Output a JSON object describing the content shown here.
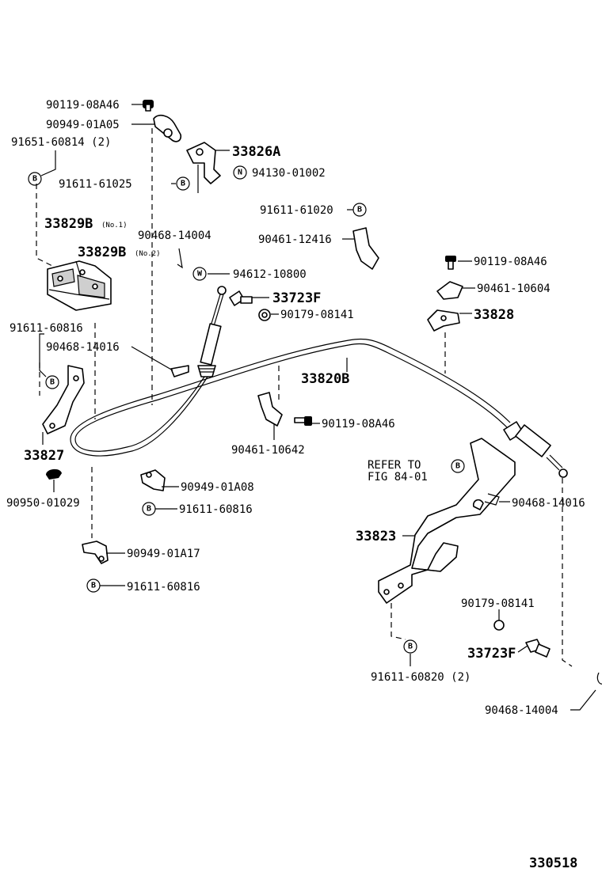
{
  "diagram_number": "330518",
  "symbols": {
    "B": "B",
    "N": "N",
    "W": "W"
  },
  "labels": {
    "p90119_08A46_top": "90119-08A46",
    "p90949_01A05": "90949-01A05",
    "p91651_60814": "91651-60814 (2)",
    "p33826A": "33826A",
    "p94130_01002": "94130-01002",
    "p91611_61025": "91611-61025",
    "p91611_61020": "91611-61020",
    "p90461_12416": "90461-12416",
    "p33829B_no1": "33829B",
    "p33829B_no1_note": "(No.1)",
    "p33829B_no2": "33829B",
    "p33829B_no2_note": "(No.2)",
    "p90468_14004_top": "90468-14004",
    "p94612_10800": "94612-10800",
    "p33723F_top": "33723F",
    "p90179_08141_top": "90179-08141",
    "p90119_08A46_right": "90119-08A46",
    "p90461_10604": "90461-10604",
    "p33828": "33828",
    "p91611_60816_left": "91611-60816",
    "p90468_14016_left": "90468-14016",
    "p33820B": "33820B",
    "p33827": "33827",
    "p90119_08A46_mid": "90119-08A46",
    "p90461_10642": "90461-10642",
    "p90950_01029": "90950-01029",
    "p90949_01A08": "90949-01A08",
    "p91611_60816_mid": "91611-60816",
    "refer_line1": "REFER TO",
    "refer_line2": "FIG 84-01",
    "p90468_14016_right": "90468-14016",
    "p33823": "33823",
    "p90949_01A17": "90949-01A17",
    "p91611_60816_bottom": "91611-60816",
    "p90179_08141_bottom": "90179-08141",
    "p33723F_bottom": "33723F",
    "p91611_60820": "91611-60820 (2)",
    "p90468_14004_bottom": "90468-14004"
  }
}
